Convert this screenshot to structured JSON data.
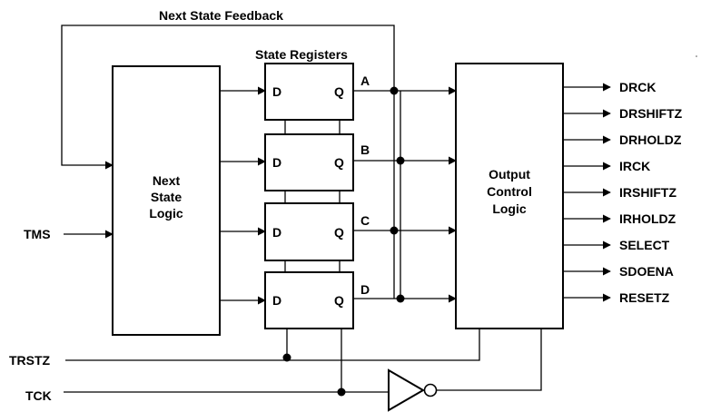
{
  "title": "Next State  Feedback",
  "registers_title": "State Registers",
  "next_state_logic": {
    "line1": "Next",
    "line2": "State",
    "line3": "Logic"
  },
  "output_logic": {
    "line1": "Output",
    "line2": "Control",
    "line3": "Logic"
  },
  "inputs": {
    "tms": "TMS",
    "trstz": "TRSTZ",
    "tck": "TCK"
  },
  "registers": [
    {
      "d": "D",
      "q": "Q",
      "out": "A"
    },
    {
      "d": "D",
      "q": "Q",
      "out": "B"
    },
    {
      "d": "D",
      "q": "Q",
      "out": "C"
    },
    {
      "d": "D",
      "q": "Q",
      "out": "D"
    }
  ],
  "outputs": [
    "DRCK",
    "DRSHIFTZ",
    "DRHOLDZ",
    "IRCK",
    "IRSHIFTZ",
    "IRHOLDZ",
    "SELECT",
    "SDOENA",
    "RESETZ"
  ]
}
